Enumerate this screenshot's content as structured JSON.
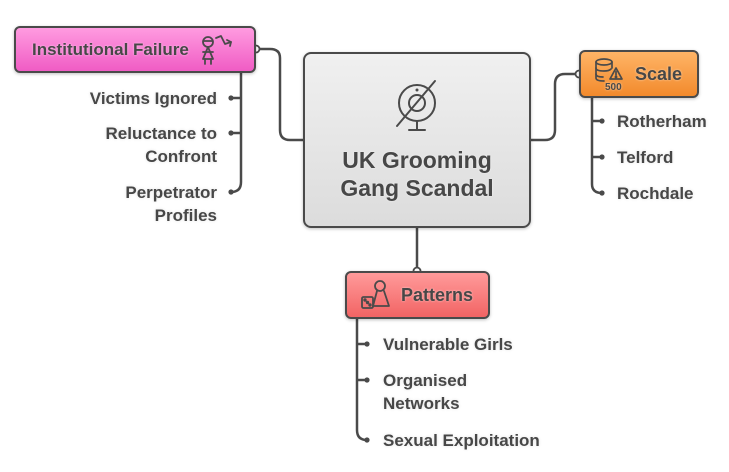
{
  "diagram": {
    "title": "UK Grooming Gang Scandal",
    "title_lines": [
      "UK Grooming",
      "Gang Scandal"
    ],
    "center_icon": "webcam-off-icon",
    "branches": {
      "institutional_failure": {
        "label": "Institutional Failure",
        "icon": "person-decline-icon",
        "color": "#f77ad6",
        "children": [
          {
            "lines": [
              "Victims Ignored"
            ]
          },
          {
            "lines": [
              "Reluctance to",
              "Confront"
            ]
          },
          {
            "lines": [
              "Perpetrator",
              "Profiles"
            ]
          }
        ]
      },
      "scale": {
        "label": "Scale",
        "icon": "database-warning-500-icon",
        "icon_text": "500",
        "color": "#f9a04a",
        "children": [
          {
            "lines": [
              "Rotherham"
            ]
          },
          {
            "lines": [
              "Telford"
            ]
          },
          {
            "lines": [
              "Rochdale"
            ]
          }
        ]
      },
      "patterns": {
        "label": "Patterns",
        "icon": "pawn-dice-icon",
        "color": "#f77e7e",
        "children": [
          {
            "lines": [
              "Vulnerable Girls"
            ]
          },
          {
            "lines": [
              "Organised",
              "Networks"
            ]
          },
          {
            "lines": [
              "Sexual Exploitation"
            ]
          }
        ]
      }
    }
  }
}
